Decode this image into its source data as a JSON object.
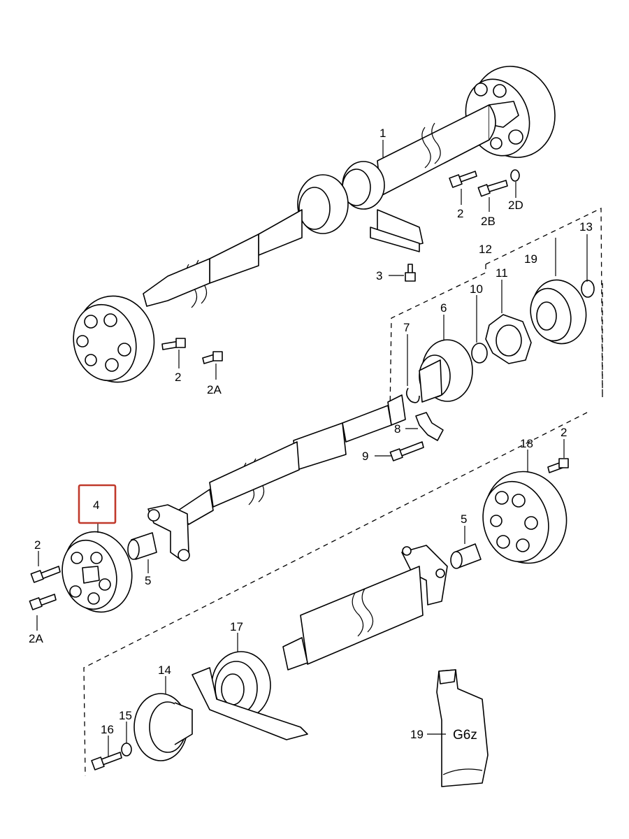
{
  "diagram": {
    "highlighted_part": "4",
    "labels": {
      "p1": "1",
      "p2_top": "2",
      "p2b": "2B",
      "p2d": "2D",
      "p3": "3",
      "p2_left_upper": "2",
      "p2a_left_upper": "2A",
      "p12": "12",
      "p13": "13",
      "p19_top": "19",
      "p11": "11",
      "p10": "10",
      "p6": "6",
      "p7": "7",
      "p8": "8",
      "p9": "9",
      "p18": "18",
      "p2_right": "2",
      "p4": "4",
      "p2_left_lower": "2",
      "p2a_left_lower": "2A",
      "p5_left": "5",
      "p5_right": "5",
      "p17": "17",
      "p14": "14",
      "p15": "15",
      "p16": "16",
      "p19_tube": "19",
      "tube_text": "G6z"
    }
  }
}
